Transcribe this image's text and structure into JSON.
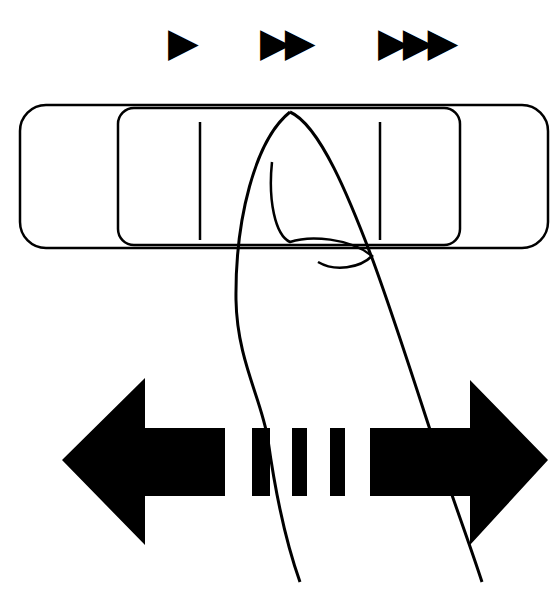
{
  "diagram": {
    "labels": [
      "▶",
      "▶▶",
      "▶▶▶"
    ]
  }
}
